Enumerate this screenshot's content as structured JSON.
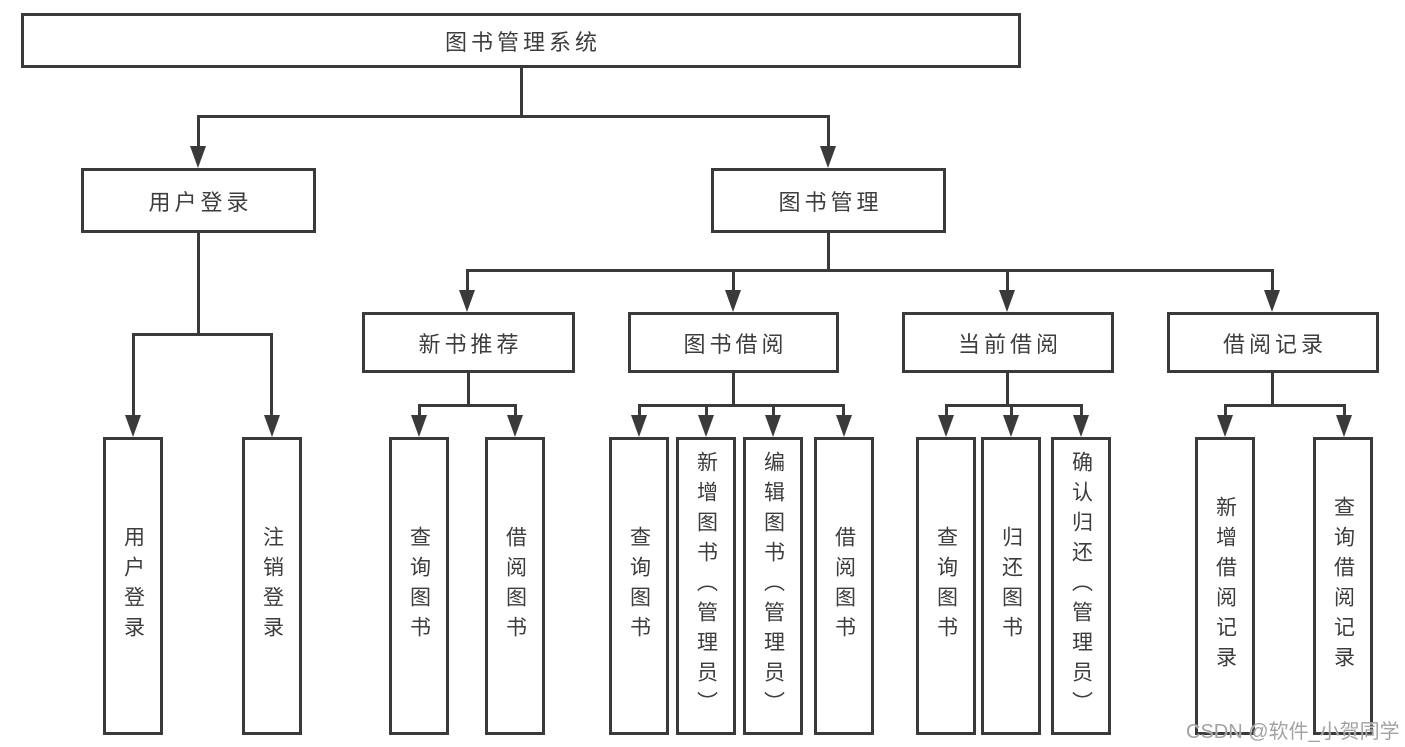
{
  "colors": {
    "line": "#3a3a3a",
    "text": "#3d3d3d",
    "watermark": "#a3a3a3",
    "bg": "#ffffff"
  },
  "watermark": "CSDN @软件_小贺同学",
  "diagram": {
    "root": {
      "label": "图书管理系统"
    },
    "level2": [
      {
        "label": "用户登录"
      },
      {
        "label": "图书管理"
      }
    ],
    "level3": [
      {
        "label": "新书推荐"
      },
      {
        "label": "图书借阅"
      },
      {
        "label": "当前借阅"
      },
      {
        "label": "借阅记录"
      }
    ],
    "leaves": {
      "user_login": [
        "用户登录",
        "注销登录"
      ],
      "new_book_rec": [
        "查询图书",
        "借阅图书"
      ],
      "book_borrow": [
        "查询图书",
        "新增图书（管理员）",
        "编辑图书（管理员）",
        "借阅图书"
      ],
      "current_borrow": [
        "查询图书",
        "归还图书",
        "确认归还（管理员）"
      ],
      "borrow_records": [
        "新增借阅记录",
        "查询借阅记录"
      ]
    }
  }
}
